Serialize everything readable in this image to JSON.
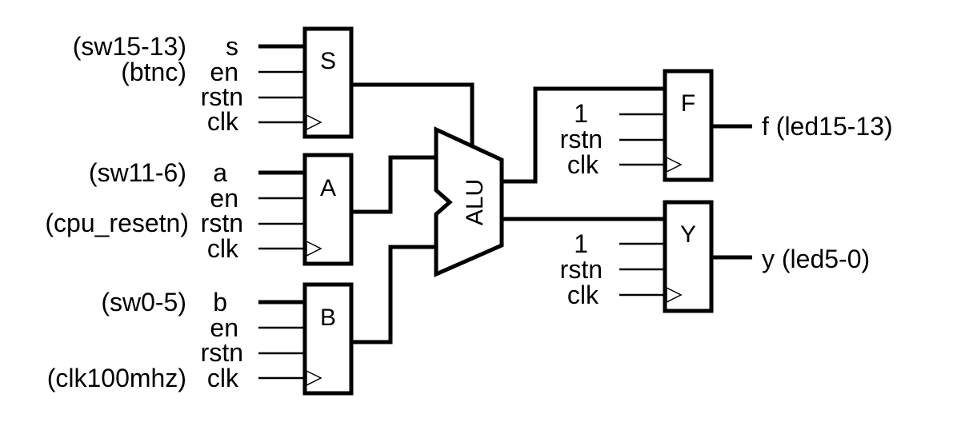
{
  "registers": {
    "s": {
      "name": "S",
      "ports": [
        "s",
        "en",
        "rstn",
        "clk"
      ],
      "ann": [
        "(sw15-13)",
        "(btnc)",
        "",
        ""
      ]
    },
    "a": {
      "name": "A",
      "ports": [
        "a",
        "en",
        "rstn",
        "clk"
      ],
      "ann": [
        "(sw11-6)",
        "",
        "(cpu_resetn)",
        ""
      ]
    },
    "b": {
      "name": "B",
      "ports": [
        "b",
        "en",
        "rstn",
        "clk"
      ],
      "ann": [
        "(sw0-5)",
        "",
        "",
        "(clk100mhz)"
      ]
    },
    "f": {
      "name": "F",
      "ports": [
        "1",
        "rstn",
        "clk"
      ],
      "output": "f (led15-13)"
    },
    "y": {
      "name": "Y",
      "ports": [
        "1",
        "rstn",
        "clk"
      ],
      "output": "y (led5-0)"
    }
  },
  "alu": {
    "name": "ALU"
  }
}
